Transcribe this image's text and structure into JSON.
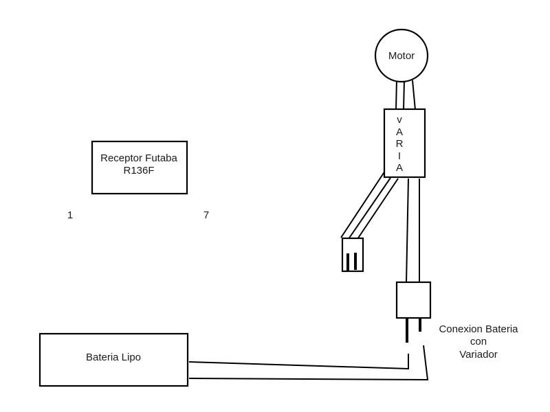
{
  "diagram": {
    "title": "",
    "nodes": {
      "motor": {
        "label": "Motor"
      },
      "variador": {
        "label_letters": [
          "v",
          "A",
          "R",
          "I",
          "A"
        ]
      },
      "receptor": {
        "line1": "Receptor Futaba",
        "line2": "R136F"
      },
      "bateria": {
        "label": "Bateria Lipo"
      },
      "conector_bateria": {
        "label_line1": "Conexion Bateria",
        "label_line2": "con",
        "label_line3": "Variador"
      },
      "servo_connector": {
        "label": ""
      }
    },
    "annotations": {
      "channel_left": "1",
      "channel_right": "7"
    },
    "edges": [
      {
        "from": "motor",
        "to": "variador",
        "wires": 3
      },
      {
        "from": "variador",
        "to": "servo_connector",
        "wires": 3
      },
      {
        "from": "variador",
        "to": "conector_bateria",
        "wires": 2
      },
      {
        "from": "bateria",
        "to": "conector_bateria",
        "wires": 2
      }
    ],
    "colors": {
      "stroke": "#000000",
      "background": "#ffffff",
      "text": "#1a1a1a"
    }
  }
}
